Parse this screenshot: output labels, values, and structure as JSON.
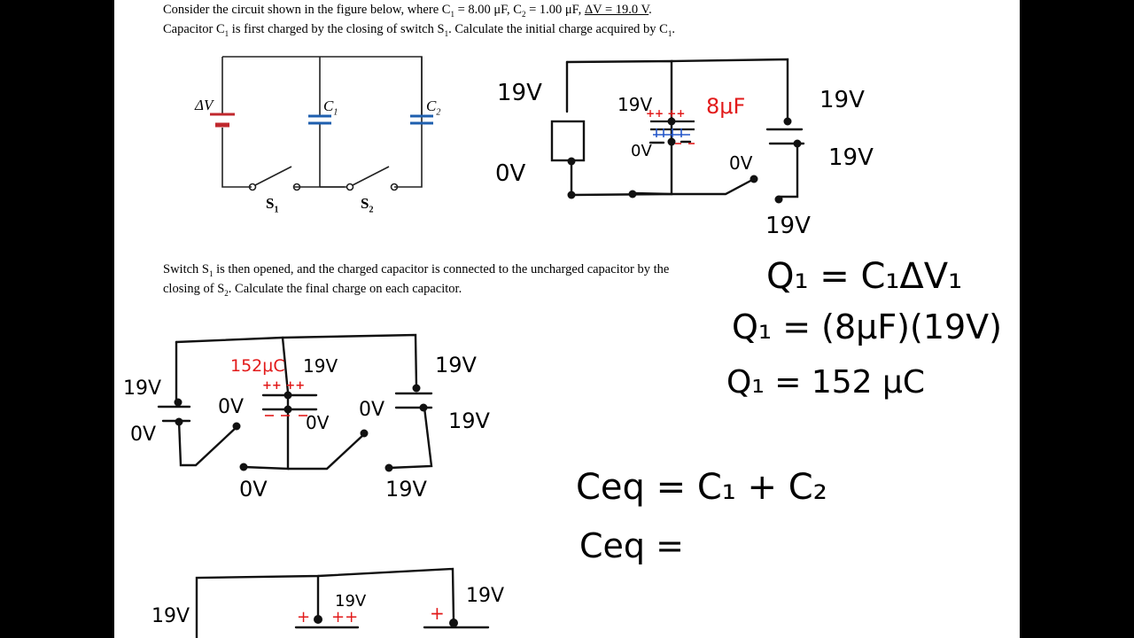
{
  "problem": {
    "line1": {
      "prefix": "Consider the circuit shown in the figure below, where C",
      "sub1": "1",
      "mid1": " = 8.00 μF,  C",
      "sub2": "2",
      "mid2": " = 1.00 μF, ",
      "dv": "ΔV = 19.0 V",
      "end": "."
    },
    "line2": {
      "prefix": "Capacitor C",
      "sub1": "1",
      "mid1": " is first charged by the closing of switch S",
      "sub2": "1",
      "mid2": ".  Calculate the initial charge acquired by C",
      "sub3": "1",
      "end": "."
    },
    "part2_line1": {
      "prefix": "Switch S",
      "sub1": "1",
      "rest": "  is then opened, and the charged capacitor is connected to the uncharged capacitor by the"
    },
    "part2_line2": {
      "prefix": "closing of S",
      "sub1": "2",
      "rest": ".  Calculate the final charge on each capacitor."
    }
  },
  "figure": {
    "dv_label": "ΔV",
    "c1_label": "C",
    "c1_sub": "1",
    "c2_label": "C",
    "c2_sub": "2",
    "s1_label": "S",
    "s1_sub": "1",
    "s2_label": "S",
    "s2_sub": "2"
  },
  "sketch1": {
    "v_left_top": "19V",
    "v_left_bottom": "0V",
    "v_c1_top": "19V",
    "v_c1_bottom": "0V",
    "cap_value": "8μF",
    "plus_marks": "++  ++",
    "v_sw2": "0V",
    "v_c2_top": "19V",
    "v_c2_mid": "19V",
    "v_c2_bottom": "19V"
  },
  "sketch2": {
    "charge": "152μC",
    "plus_marks": "++ ++",
    "v_left_top": "19V",
    "v_left_bottom": "0V",
    "v_bat_side": "0V",
    "v_c1_top": "19V",
    "v_c1_bottom": "0V",
    "v_sw2": "0V",
    "v_c2_top": "19V",
    "v_c2_mid": "19V",
    "v_bottom_left": "0V",
    "v_bottom_right": "19V"
  },
  "sketch3": {
    "v_left": "19V",
    "v_mid": "19V",
    "v_right": "19V",
    "plus_mid": "+",
    "plus_mid2": "++",
    "plus_right": "+"
  },
  "equations": {
    "q1_general": "Q₁ = C₁ΔV₁",
    "q1_subst": "Q₁ = (8μF)(19V)",
    "q1_result": "Q₁ = 152 μC",
    "ceq_general": "Ceq = C₁ + C₂",
    "ceq_value": "Ceq ="
  }
}
